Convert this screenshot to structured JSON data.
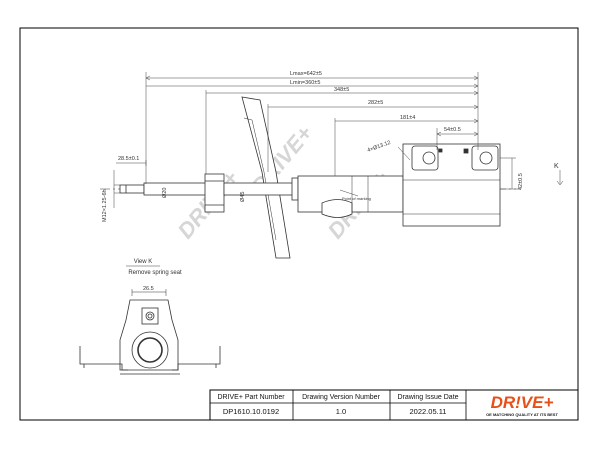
{
  "watermark": {
    "text": "DRIVE+"
  },
  "dimensions": {
    "lmax": "Lmax=642±5",
    "lmin": "Lmin=360±5",
    "d348": "348±5",
    "d282": "282±5",
    "d181": "181±4",
    "d54": "54±0.5",
    "d40": "4×Ø13.12",
    "dia45": "Ø45",
    "dia20": "Ø20",
    "thread": "M12×1.25-6h",
    "d28": "28.5±0.1",
    "d42": "42±0.5",
    "d26": "26.5",
    "pointer_label": "Point of marking",
    "k_label": "K"
  },
  "view": {
    "title": "View K",
    "subtitle": "Remove spring seat"
  },
  "title_block": {
    "headers": {
      "part_number": "DRIVE+ Part Number",
      "version": "Drawing Version  Number",
      "issue_date": "Drawing Issue Date"
    },
    "values": {
      "part_number": "DP1610.10.0192",
      "version": "1.0",
      "issue_date": "2022.05.11"
    }
  },
  "logo": {
    "brand": "DR!VE+",
    "tagline": "OE MATCHING QUALITY AT ITS BEST"
  },
  "colors": {
    "line": "#333333",
    "frame": "#000000",
    "logo_brand": "#e8501a",
    "logo_tagline": "#1a1a1a",
    "watermark": "#d0d0d0"
  }
}
